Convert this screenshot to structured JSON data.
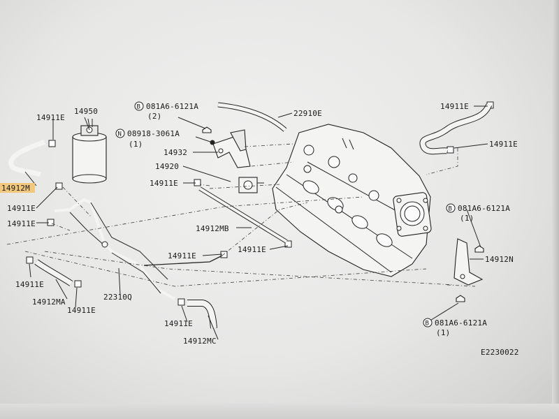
{
  "labels": {
    "p14950": "14950",
    "p14911e_canister": "14911E",
    "p14912m": "14912M",
    "p14911e_l1": "14911E",
    "p14911e_l2": "14911E",
    "p14911e_l3": "14911E",
    "p14912ma": "14912MA",
    "p14911e_l4": "14911E",
    "p22310q": "22310Q",
    "p14911e_mid": "14911E",
    "p14911e_bot": "14911E",
    "p14912mc": "14912MC",
    "p14912mb": "14912MB",
    "p14911e_mb": "14911E",
    "p14920": "14920",
    "p14911e_14920": "14911E",
    "p14932": "14932",
    "bolt_n": "08918-3061A",
    "bolt_n_prefix": "N",
    "bolt_n_qty": "(1)",
    "bolt_b1": "081A6-6121A",
    "bolt_b1_prefix": "B",
    "bolt_b1_qty": "(2)",
    "p22910e": "22910E",
    "p14911e_tr1": "14911E",
    "p14911e_tr2": "14911E",
    "bolt_b2": "081A6-6121A",
    "bolt_b2_prefix": "B",
    "bolt_b2_qty": "(1)",
    "p14912n": "14912N",
    "bolt_b3": "081A6-6121A",
    "bolt_b3_prefix": "B",
    "bolt_b3_qty": "(1)",
    "diagram_code": "E2230022"
  },
  "colors": {
    "highlight": "#f3c26a",
    "ink": "#222222",
    "paper": "#eeeeed"
  }
}
